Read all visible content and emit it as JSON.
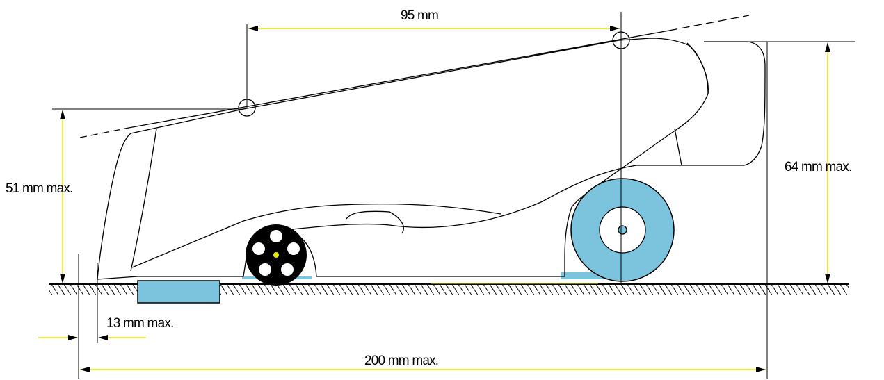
{
  "labels": {
    "wheelbase": "95 mm",
    "front_height": "51 mm max.",
    "rear_height": "64 mm max.",
    "front_overhang": "13 mm max.",
    "overall_length": "200 mm max."
  },
  "colors": {
    "line": "#000000",
    "dimension": "#e6e600",
    "fill_blue": "#7cc3dd",
    "wheel_black": "#000000"
  }
}
